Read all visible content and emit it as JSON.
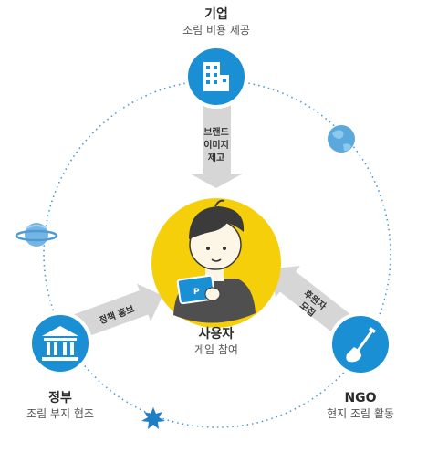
{
  "nodes": {
    "company": {
      "title": "기업",
      "subtitle": "조림 비용 제공",
      "icon": "building-icon"
    },
    "user": {
      "title": "사용자",
      "subtitle": "게임 참여",
      "icon": "user-with-tablet-icon"
    },
    "government": {
      "title": "정부",
      "subtitle": "조림 부지 협조",
      "icon": "government-building-icon"
    },
    "ngo": {
      "title": "NGO",
      "subtitle": "현지 조림 활동",
      "icon": "shovel-icon"
    }
  },
  "arrows": {
    "company_to_user": [
      "브랜드",
      "이미지",
      "제고"
    ],
    "government_to_user": "정책 홍보",
    "ngo_to_user": [
      "후원자",
      "모집"
    ]
  },
  "decorations": [
    "earth-icon",
    "saturn-icon",
    "star-burst-icon"
  ],
  "colors": {
    "node_blue": "#1a8fd4",
    "center_yellow": "#f5cf0a",
    "arrow_gray": "#d6d6d6",
    "orbit_dots": "#4a9bc9"
  }
}
